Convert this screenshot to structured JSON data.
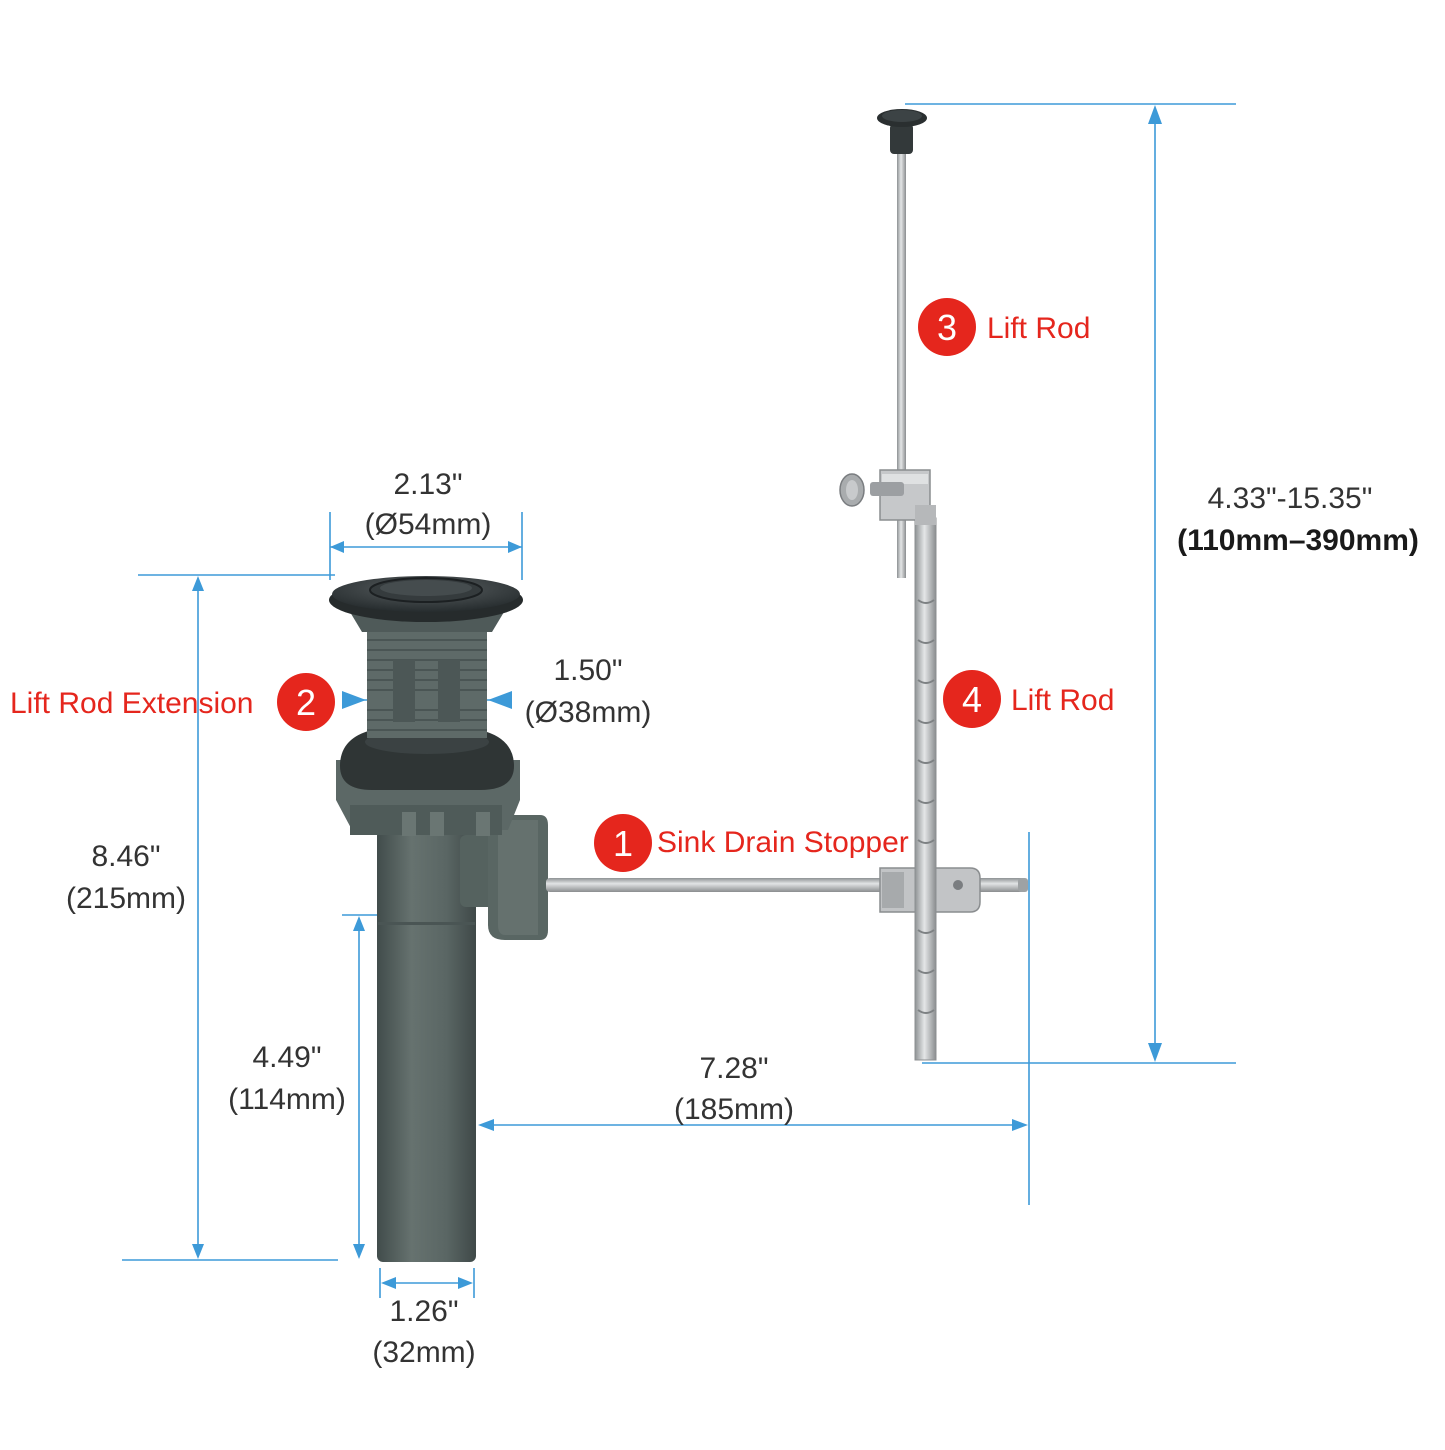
{
  "colors": {
    "dimension_line": "#3d9ad8",
    "callout_red": "#e5261d",
    "pipe_body": "#5b6967",
    "pipe_dark": "#454f4e",
    "cap_dark": "#2f3434",
    "rod_steel": "#b4b6b8",
    "dim_text": "#333333"
  },
  "dimensions": {
    "flange_width": {
      "inches": "2.13\"",
      "mm": "(Ø54mm)"
    },
    "body_width": {
      "inches": "1.50\"",
      "mm": "(Ø38mm)"
    },
    "total_height": {
      "inches": "8.46\"",
      "mm": "(215mm)"
    },
    "tailpiece_height": {
      "inches": "4.49\"",
      "mm": "(114mm)"
    },
    "tailpiece_width": {
      "inches": "1.26\"",
      "mm": "(32mm)"
    },
    "rod_length": {
      "inches": "7.28\"",
      "mm": "(185mm)"
    },
    "lift_rod_height": {
      "inches": "4.33\"-15.35\"",
      "mm": "(110mm–390mm)"
    }
  },
  "callouts": [
    {
      "number": "1",
      "label": "Sink Drain Stopper"
    },
    {
      "number": "2",
      "label": "Lift Rod Extension"
    },
    {
      "number": "3",
      "label": "Lift Rod"
    },
    {
      "number": "4",
      "label": "Lift Rod"
    }
  ]
}
